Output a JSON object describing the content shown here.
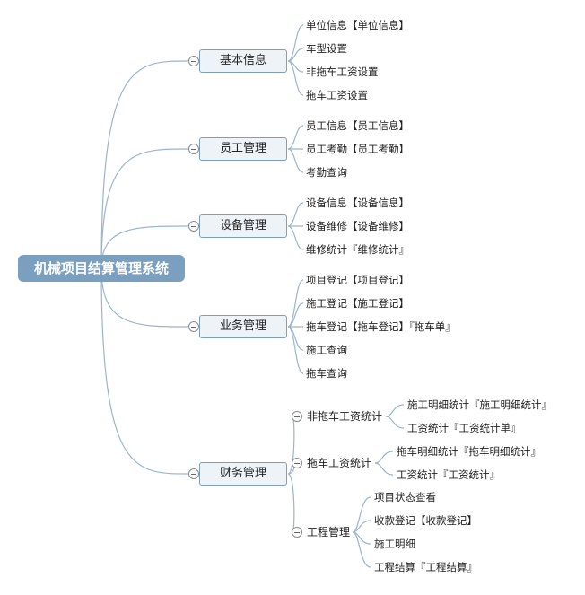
{
  "root": "机械项目结算管理系统",
  "branches": [
    {
      "label": "基本信息",
      "leaves": [
        "单位信息【单位信息】",
        "车型设置",
        "非拖车工资设置",
        "拖车工资设置"
      ]
    },
    {
      "label": "员工管理",
      "leaves": [
        "员工信息【员工信息】",
        "员工考勤【员工考勤】",
        "考勤查询"
      ]
    },
    {
      "label": "设备管理",
      "leaves": [
        "设备信息【设备信息】",
        "设备维修【设备维修】",
        "维修统计『维修统计』"
      ]
    },
    {
      "label": "业务管理",
      "leaves": [
        "项目登记【项目登记】",
        "施工登记【施工登记】",
        "拖车登记【拖车登记】『拖车单』",
        "施工查询",
        "拖车查询"
      ]
    },
    {
      "label": "财务管理",
      "subs": [
        {
          "label": "非拖车工资统计",
          "leaves": [
            "施工明细统计『施工明细统计』",
            "工资统计『工资统计单』"
          ]
        },
        {
          "label": "拖车工资统计",
          "leaves": [
            "拖车明细统计『拖车明细统计』",
            "工资统计『工资统计』"
          ]
        },
        {
          "label": "工程管理",
          "leaves": [
            "项目状态查看",
            "收款登记【收款登记】",
            "施工明细",
            "工程结算『工程结算』"
          ]
        }
      ]
    }
  ]
}
